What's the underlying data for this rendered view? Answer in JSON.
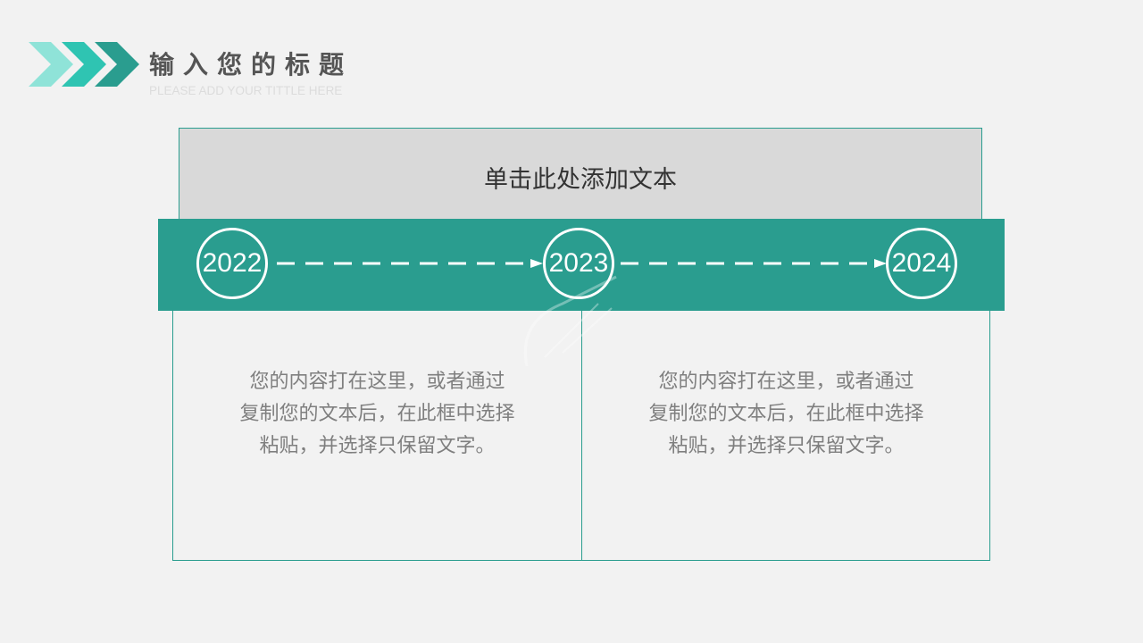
{
  "header": {
    "title": "输入您的标题",
    "subtitle": "PLEASE ADD YOUR TITTLE HERE",
    "chevron_colors": [
      "#8fe3d8",
      "#2fc4b2",
      "#2a9d8f"
    ]
  },
  "top_box": {
    "text": "单击此处添加文本"
  },
  "timeline": {
    "color": "#2a9d8f",
    "nodes": [
      {
        "label": "2022"
      },
      {
        "label": "2023"
      },
      {
        "label": "2024"
      }
    ]
  },
  "columns": [
    {
      "lines": [
        "您的内容打在这里，或者通过",
        "复制您的文本后，在此框中选择",
        "粘贴，并选择只保留文字。"
      ]
    },
    {
      "lines": [
        "您的内容打在这里，或者通过",
        "复制您的文本后，在此框中选择",
        "粘贴，并选择只保留文字。"
      ]
    }
  ]
}
